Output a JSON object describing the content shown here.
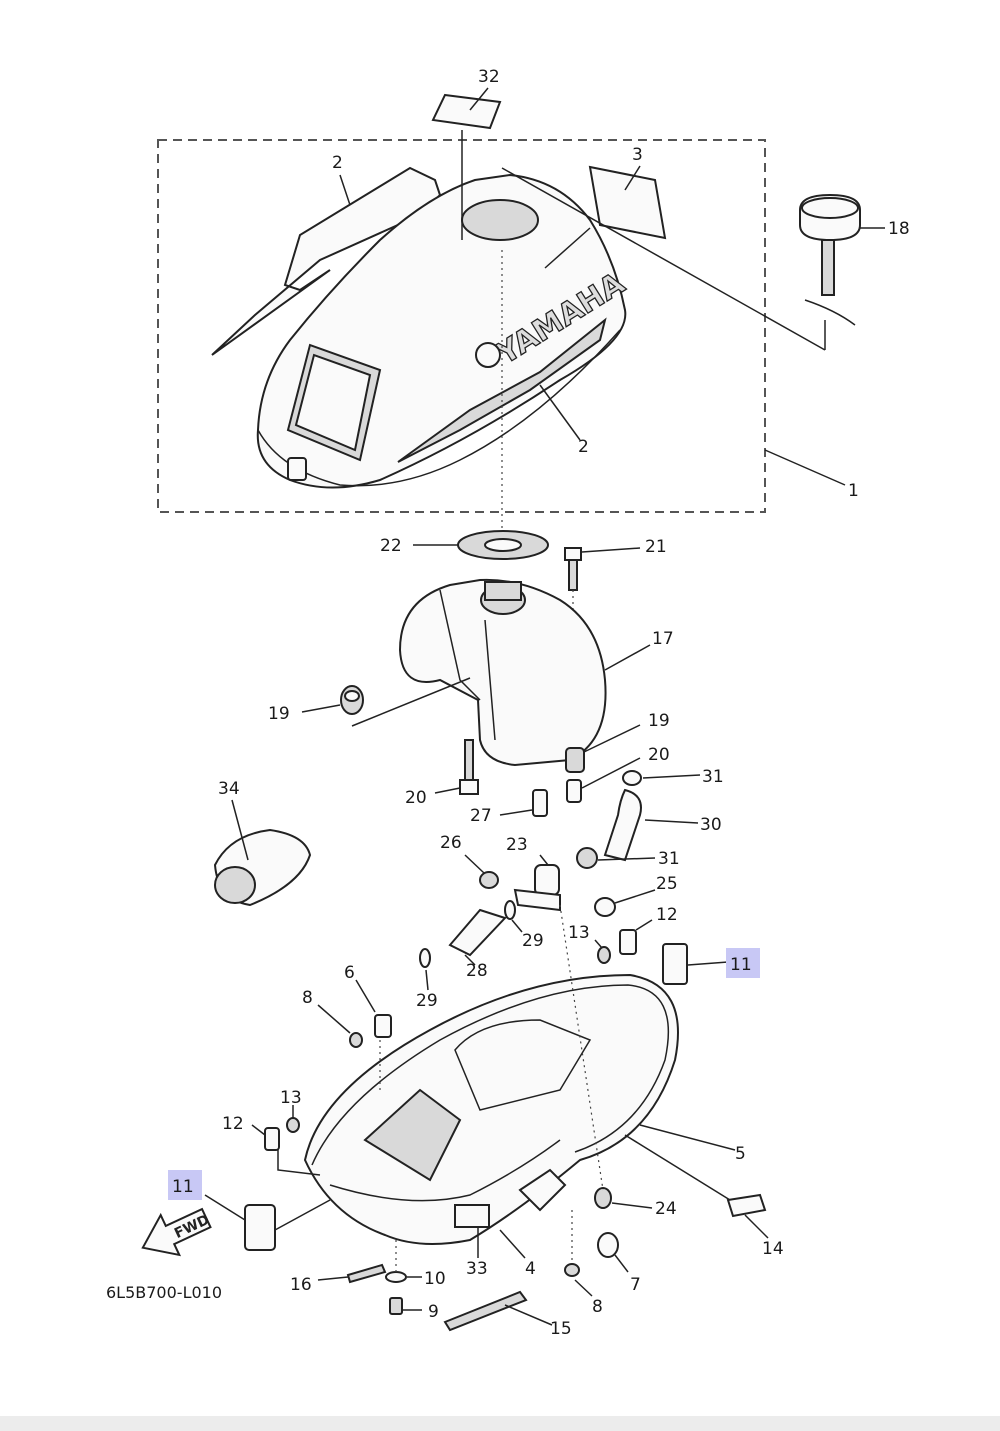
{
  "diagram": {
    "code": "6L5B700-L010",
    "fwd_text": "FWD",
    "brand_text": "YAMAHA",
    "labels": {
      "p32": "32",
      "p2a": "2",
      "p3": "3",
      "p18": "18",
      "p2b": "2",
      "p1": "1",
      "p22": "22",
      "p21": "21",
      "p17": "17",
      "p19a": "19",
      "p19b": "19",
      "p20a": "20",
      "p20b": "20",
      "p31a": "31",
      "p30": "30",
      "p27": "27",
      "p34": "34",
      "p26": "26",
      "p23": "23",
      "p31b": "31",
      "p25": "25",
      "p12a": "12",
      "p13a": "13",
      "p29a": "29",
      "p11a": "11",
      "p28": "28",
      "p29b": "29",
      "p6": "6",
      "p8a": "8",
      "p13b": "13",
      "p12b": "12",
      "p5": "5",
      "p11b": "11",
      "p24": "24",
      "p14": "14",
      "p4": "4",
      "p33": "33",
      "p7": "7",
      "p16": "16",
      "p10": "10",
      "p8b": "8",
      "p9": "9",
      "p15": "15"
    },
    "highlight_color": "#c8c8f5"
  }
}
